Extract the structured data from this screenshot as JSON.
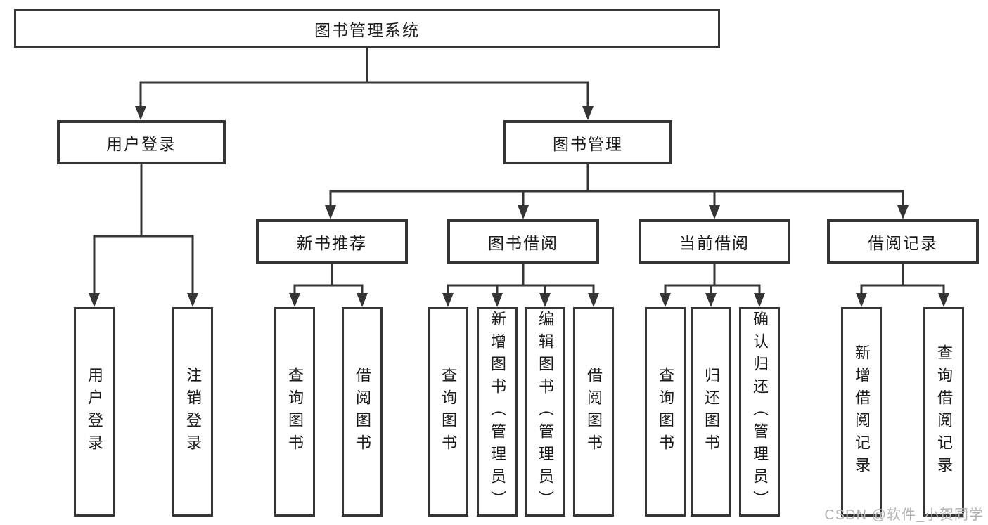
{
  "root": {
    "label": "图书管理系统"
  },
  "level2": [
    {
      "label": "用户登录"
    },
    {
      "label": "图书管理"
    }
  ],
  "level3": [
    {
      "label": "新书推荐"
    },
    {
      "label": "图书借阅"
    },
    {
      "label": "当前借阅"
    },
    {
      "label": "借阅记录"
    }
  ],
  "leaves": {
    "user_login": [
      {
        "label": "用户登录"
      },
      {
        "label": "注销登录"
      }
    ],
    "new_book_recommend": [
      {
        "label": "查询图书"
      },
      {
        "label": "借阅图书"
      }
    ],
    "book_borrow": [
      {
        "label": "查询图书"
      },
      {
        "label": "新增图书（管理员）"
      },
      {
        "label": "编辑图书（管理员）"
      },
      {
        "label": "借阅图书"
      }
    ],
    "current_borrow": [
      {
        "label": "查询图书"
      },
      {
        "label": "归还图书"
      },
      {
        "label": "确认归还（管理员）"
      }
    ],
    "borrow_records": [
      {
        "label": "新增借阅记录"
      },
      {
        "label": "查询借阅记录"
      }
    ]
  },
  "watermark": {
    "text": "CSDN @软件_小贺同学"
  },
  "colors": {
    "line": "#353535",
    "text": "#1b1b1b",
    "watermark": "#b2b2b2",
    "background": "#ffffff"
  }
}
